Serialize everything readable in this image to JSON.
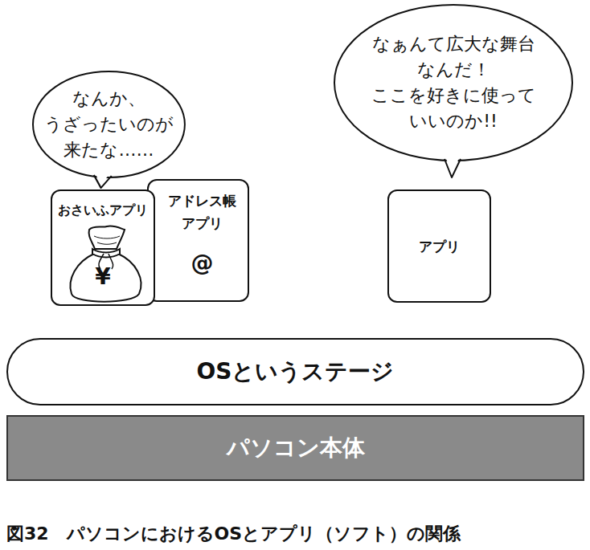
{
  "diagram": {
    "caption": "図32　パソコンにおけるOSとアプリ（ソフト）の関係",
    "nodes": [
      {
        "text": [
          "なんか、 うざったいのが 来たな……"
        ]
      },
      {
        "text": [
          "おさいふアプリ",
          "¥"
        ]
      },
      {
        "text": [
          "アドレス帳 アプリ",
          "@"
        ]
      },
      {
        "text": [
          "なぁんて広大な舞台 なんだ！ ここを好きに使って いいのか!!"
        ]
      },
      {
        "text": [
          "アプリ"
        ]
      },
      {
        "text": [
          "OSというステージ"
        ]
      },
      {
        "text": [
          "パソコン本体"
        ]
      }
    ]
  }
}
